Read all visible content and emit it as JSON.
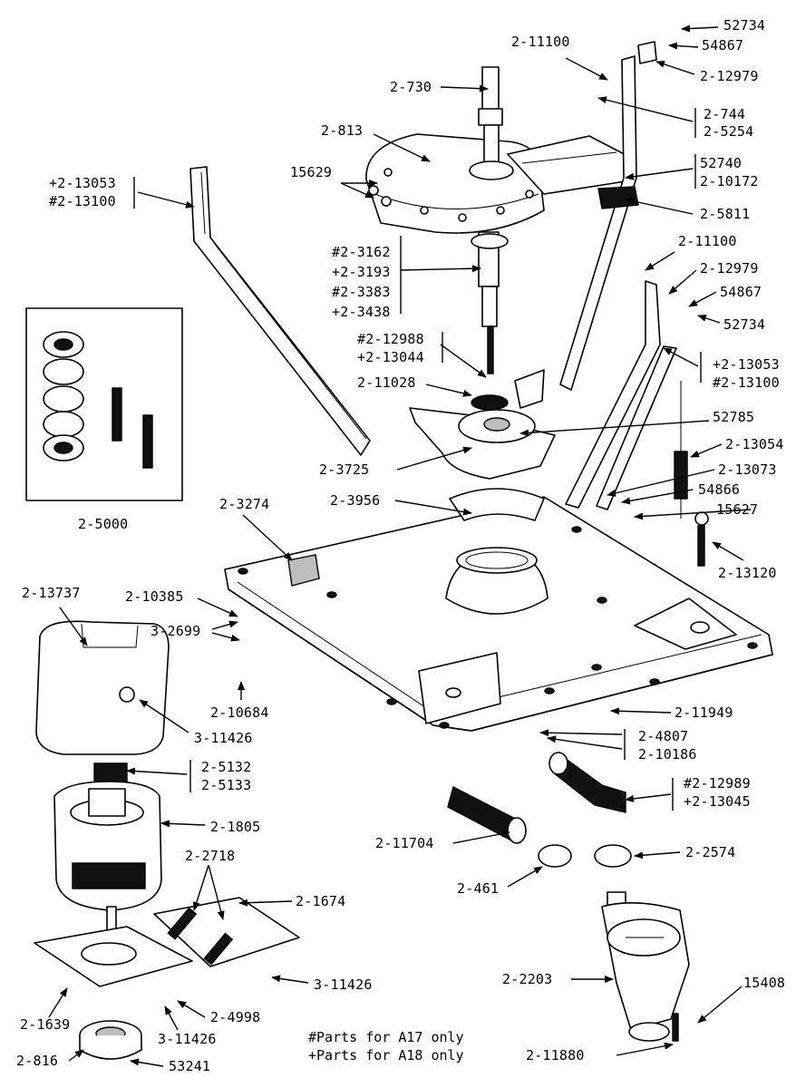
{
  "labels": [
    "52734",
    "54867",
    "2-11100",
    "2-12979",
    "2-730",
    "2-744",
    "2-5254",
    "2-813",
    "52740",
    "2-10172",
    "+2-13053",
    "#2-13100",
    "15629",
    "2-5811",
    "2-11100",
    "2-12979",
    "#2-3162",
    "+2-3193",
    "54867",
    "#2-3383",
    "+2-3438",
    "52734",
    "#2-12988",
    "+2-13044",
    "+2-13053",
    "#2-13100",
    "2-11028",
    "52785",
    "2-13054",
    "2-3725",
    "2-13073",
    "2-3956",
    "54866",
    "2-3274",
    "15627",
    "2-13120",
    "2-5000",
    "2-13737",
    "2-10385",
    "3-2699",
    "2-10684",
    "2-11949",
    "3-11426",
    "2-4807",
    "2-10186",
    "2-5132",
    "2-5133",
    "#2-12989",
    "+2-13045",
    "2-1805",
    "2-11704",
    "2-2718",
    "2-2574",
    "2-1674",
    "2-461",
    "2-2203",
    "3-11426",
    "15408",
    "2-1639",
    "2-4998",
    "3-11426",
    "2-816",
    "53241",
    "2-11880"
  ],
  "footnotes": [
    "#Parts for A17 only",
    "+Parts for A18 only"
  ]
}
